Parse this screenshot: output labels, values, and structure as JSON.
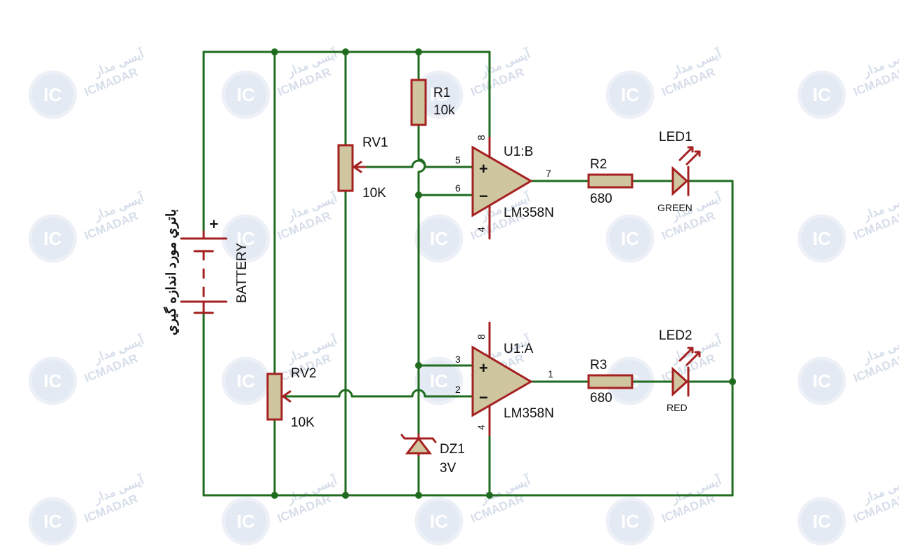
{
  "watermark": {
    "latin": "ICMADAR",
    "persian": "آیسی مدار",
    "logo_text": "IC",
    "color": "#c9d3e3"
  },
  "colors": {
    "wire": "#1f6b1f",
    "component": "#a52121",
    "component_fill": "#cfc6a0",
    "green_label": "#2e8b2e",
    "red_label": "#c0392b"
  },
  "battery": {
    "persian_label": "باتري مورد اندازه گيري",
    "name": "BATTERY",
    "plus": "+"
  },
  "components": {
    "r1": {
      "ref": "R1",
      "value": "10k"
    },
    "rv1": {
      "ref": "RV1",
      "value": "10K"
    },
    "rv2": {
      "ref": "RV2",
      "value": "10K"
    },
    "dz1": {
      "ref": "DZ1",
      "value": "3V"
    },
    "u1b": {
      "ref": "U1:B",
      "part": "LM358N",
      "pins": {
        "noninv": "5",
        "inv": "6",
        "out": "7",
        "vcc": "8",
        "gnd": "4"
      }
    },
    "u1a": {
      "ref": "U1:A",
      "part": "LM358N",
      "pins": {
        "noninv": "3",
        "inv": "2",
        "out": "1",
        "vcc": "8",
        "gnd": "4"
      }
    },
    "r2": {
      "ref": "R2",
      "value": "680"
    },
    "r3": {
      "ref": "R3",
      "value": "680"
    },
    "led1": {
      "ref": "LED1",
      "color_label": "GREEN"
    },
    "led2": {
      "ref": "LED2",
      "color_label": "RED"
    }
  },
  "opamp_signs": {
    "plus": "+",
    "minus": "−"
  }
}
